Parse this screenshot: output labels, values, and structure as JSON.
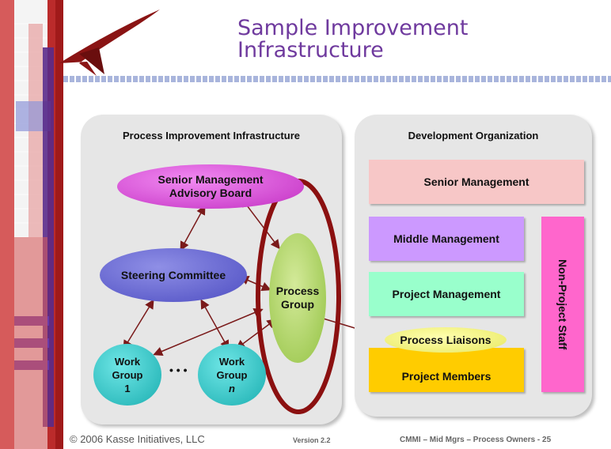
{
  "title": {
    "line1": "Sample Improvement",
    "line2": "Infrastructure"
  },
  "left_panel": {
    "title": "Process Improvement Infrastructure",
    "senior_board": "Senior Management Advisory Board",
    "steering": "Steering Committee",
    "process_group": "Process Group",
    "wg1": {
      "line1": "Work",
      "line2": "Group",
      "line3": "1"
    },
    "wgn": {
      "line1": "Work",
      "line2": "Group",
      "line3": "n"
    },
    "ellipsis": "• • •"
  },
  "right_panel": {
    "title": "Development Organization",
    "senior_mgmt": "Senior Management",
    "middle_mgmt": "Middle Management",
    "project_mgmt": "Project Management",
    "liaisons": "Process Liaisons",
    "members": "Project Members",
    "non_project": "Non-Project Staff"
  },
  "footer": {
    "copyright": "© 2006 Kasse Initiatives, LLC",
    "version": "Version 2.2",
    "slide": "CMMI – Mid Mgrs – Process Owners - 25"
  },
  "colors": {
    "brand_red": "#a01a1a",
    "title": "#6f3a9e",
    "senior_board": "#d63fd6",
    "steering": "#6a6ad6",
    "process_group": "#a9d05a",
    "work_group": "#27c4c4",
    "senior_mgmt": "#f7c7c7",
    "middle_mgmt": "#cc99ff",
    "project_mgmt": "#99ffcc",
    "liaisons": "#ffff80",
    "members": "#ffcc00",
    "non_project": "#ff66cc"
  }
}
